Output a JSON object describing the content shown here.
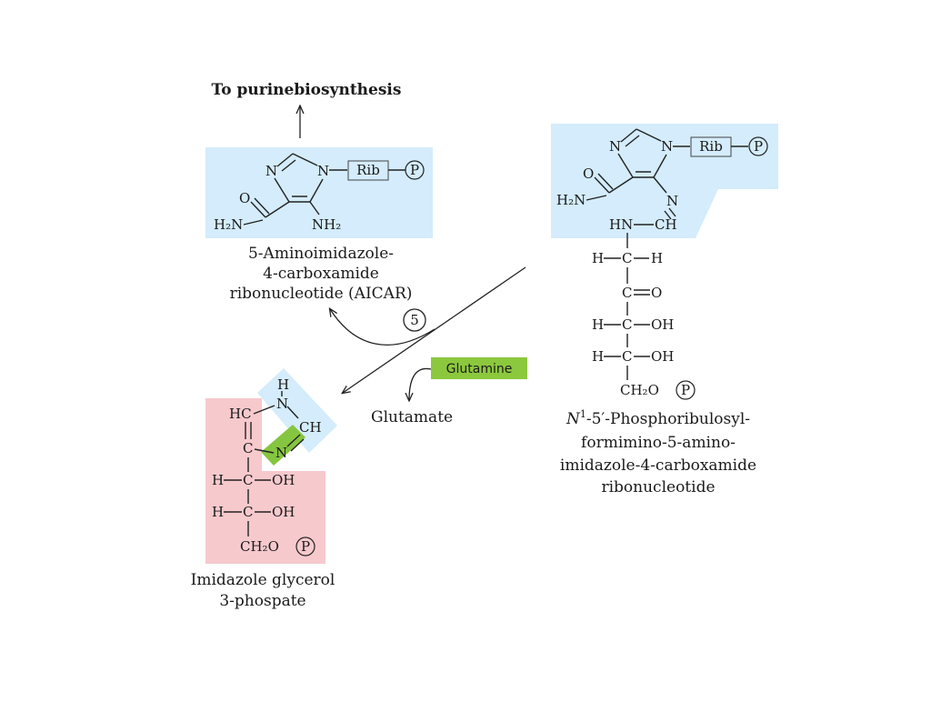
{
  "destination_label": "To purinebiosynthesis",
  "step_number": "5",
  "reagents": {
    "glutamine": "Glutamine",
    "glutamate": "Glutamate"
  },
  "aicar": {
    "name_lines": [
      "5-Aminoimidazole-",
      "4-carboxamide",
      "ribonucleotide (AICAR)"
    ]
  },
  "prfar": {
    "name_lines": [
      "-5′-Phosphoribulosyl-",
      "formimino-5-amino-",
      "imidazole-4-carboxamide",
      "ribonucleotide"
    ],
    "name_prefix": "N",
    "name_superscript": "1"
  },
  "igp": {
    "name_lines": [
      "Imidazole glycerol",
      "3-phospate"
    ]
  },
  "atoms": {
    "N": "N",
    "Rib": "Rib",
    "P": "P",
    "O": "O",
    "H": "H",
    "C": "C",
    "H2N": "H₂N",
    "NH2": "NH₂",
    "HN": "HN",
    "CH": "CH",
    "HC": "HC",
    "OH": "OH",
    "CH2O": "CH₂O"
  },
  "colors": {
    "blue_highlight": "#d4ecfb",
    "pink_highlight": "#f6c9cd",
    "green_highlight": "#86c540",
    "glutamine_box": "#8cc83e"
  }
}
